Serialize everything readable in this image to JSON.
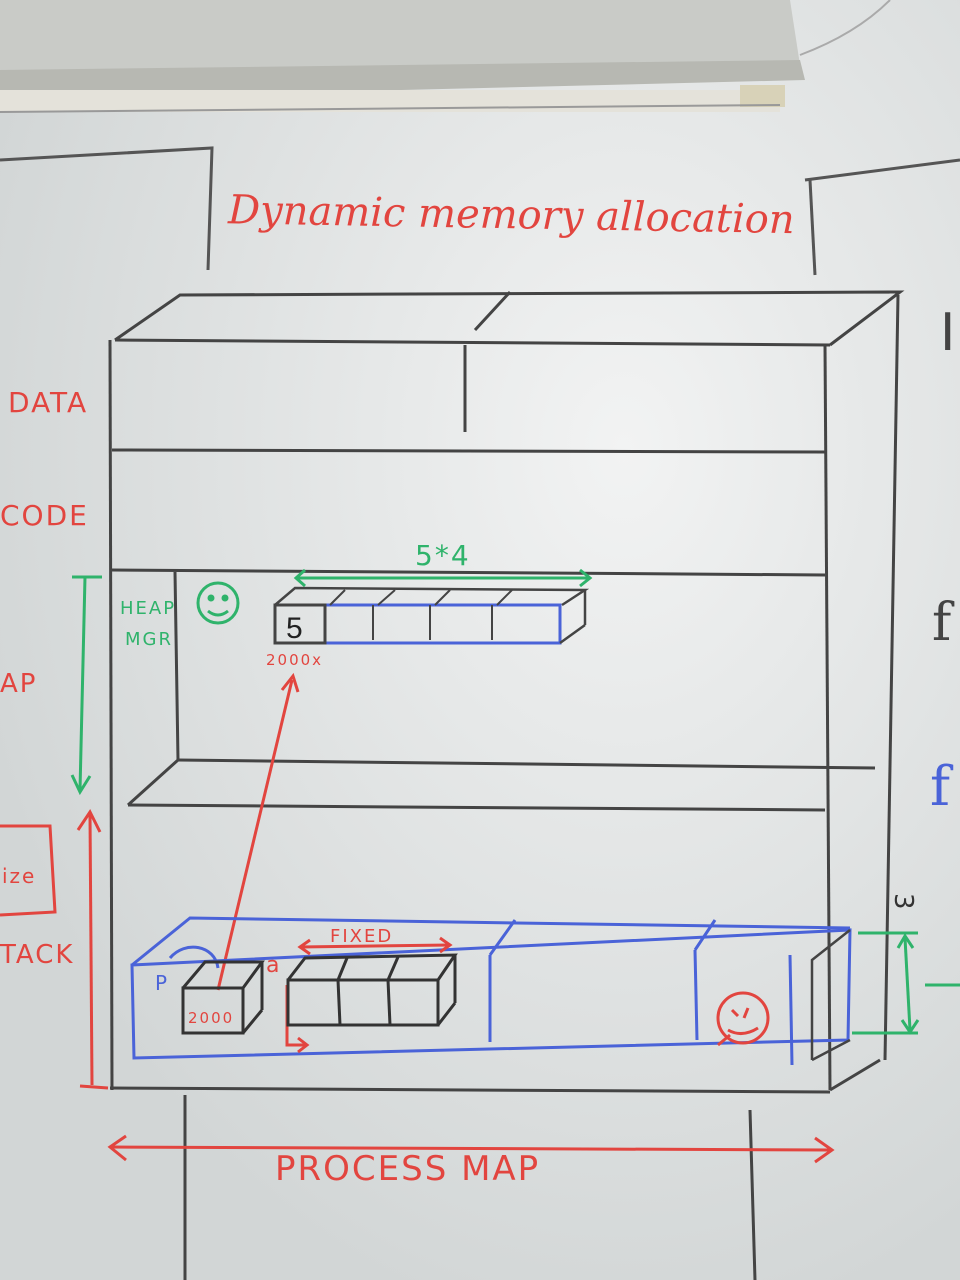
{
  "title": "Dynamic memory allocation",
  "colors": {
    "board": "#e6e8e8",
    "red_marker": "#e2453f",
    "green_marker": "#2fb36b",
    "blue_marker": "#4a63d8",
    "black_marker": "#3b3b3b"
  },
  "segments": {
    "data": "DATA",
    "code": "CODE",
    "heap": "AP",
    "stack": "TACK",
    "size_box": "ize"
  },
  "heap_area": {
    "manager_label_line1": "HEAP",
    "manager_label_line2": "MGR",
    "manager_icon": "smiley-face-icon",
    "array_size": "5*4",
    "first_cell_value": "5",
    "array_address": "2000x"
  },
  "stack_area": {
    "pointer_name": "P",
    "pointer_value": "2000",
    "array_name": "a",
    "fixed_label": "FIXED",
    "frame_icon": "face-icon",
    "right_mark": "3"
  },
  "footer_label": "PROCESS MAP",
  "edge_marks": {
    "right_top": "I",
    "right_mid": "f",
    "right_blue": "f"
  }
}
